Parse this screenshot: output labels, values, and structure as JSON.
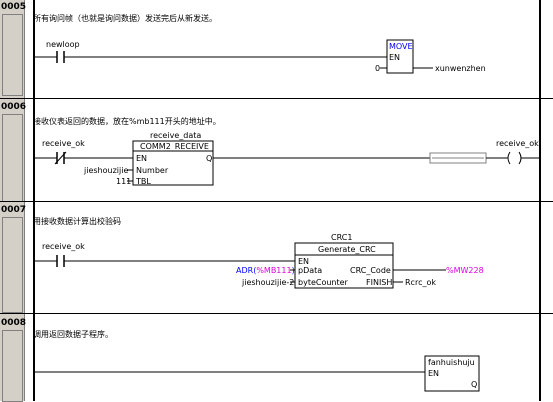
{
  "networks": [
    {
      "num": "0005",
      "comment": "所有询问帧（也就是询问数据）发送完后从新发送。"
    },
    {
      "num": "0006",
      "comment": "接收仪表返回的数据，放在%mb111开头的地址中。"
    },
    {
      "num": "0007",
      "comment": "用接收数据计算出校验码"
    },
    {
      "num": "0008",
      "comment": "调用返回数据子程序。"
    }
  ],
  "n5": {
    "contact": "newloop",
    "block": "MOVE",
    "en": "EN",
    "in_val": "0",
    "out_var": "xunwenzhen"
  },
  "n6": {
    "contact": "receive_ok",
    "inst": "receive_data",
    "fb": "COMM2_RECEIVE",
    "en": "EN",
    "q": "Q",
    "p1_val": "jieshouzijie",
    "p1": "Number",
    "p2_val": "111",
    "p2": "TBL",
    "coil": "receive_ok"
  },
  "n7": {
    "contact": "receive_ok",
    "inst": "CRC1",
    "fb": "Generate_CRC",
    "en": "EN",
    "adr": "ADR(",
    "adr_mb": "%MB111",
    "adr_close": ")",
    "p1": "pData",
    "p2_val": "jieshouzijie-2",
    "p2": "byteCounter",
    "o1": "CRC_Code",
    "o1_var": "%MW228",
    "o2": "FINISH",
    "o2_var": "Rcrc_ok"
  },
  "n8": {
    "block": "fanhuishuju",
    "en": "EN",
    "q": "Q"
  },
  "colors": {
    "magenta": "#e000e0",
    "blue": "#0000ff",
    "grey": "#d4d0c8"
  }
}
